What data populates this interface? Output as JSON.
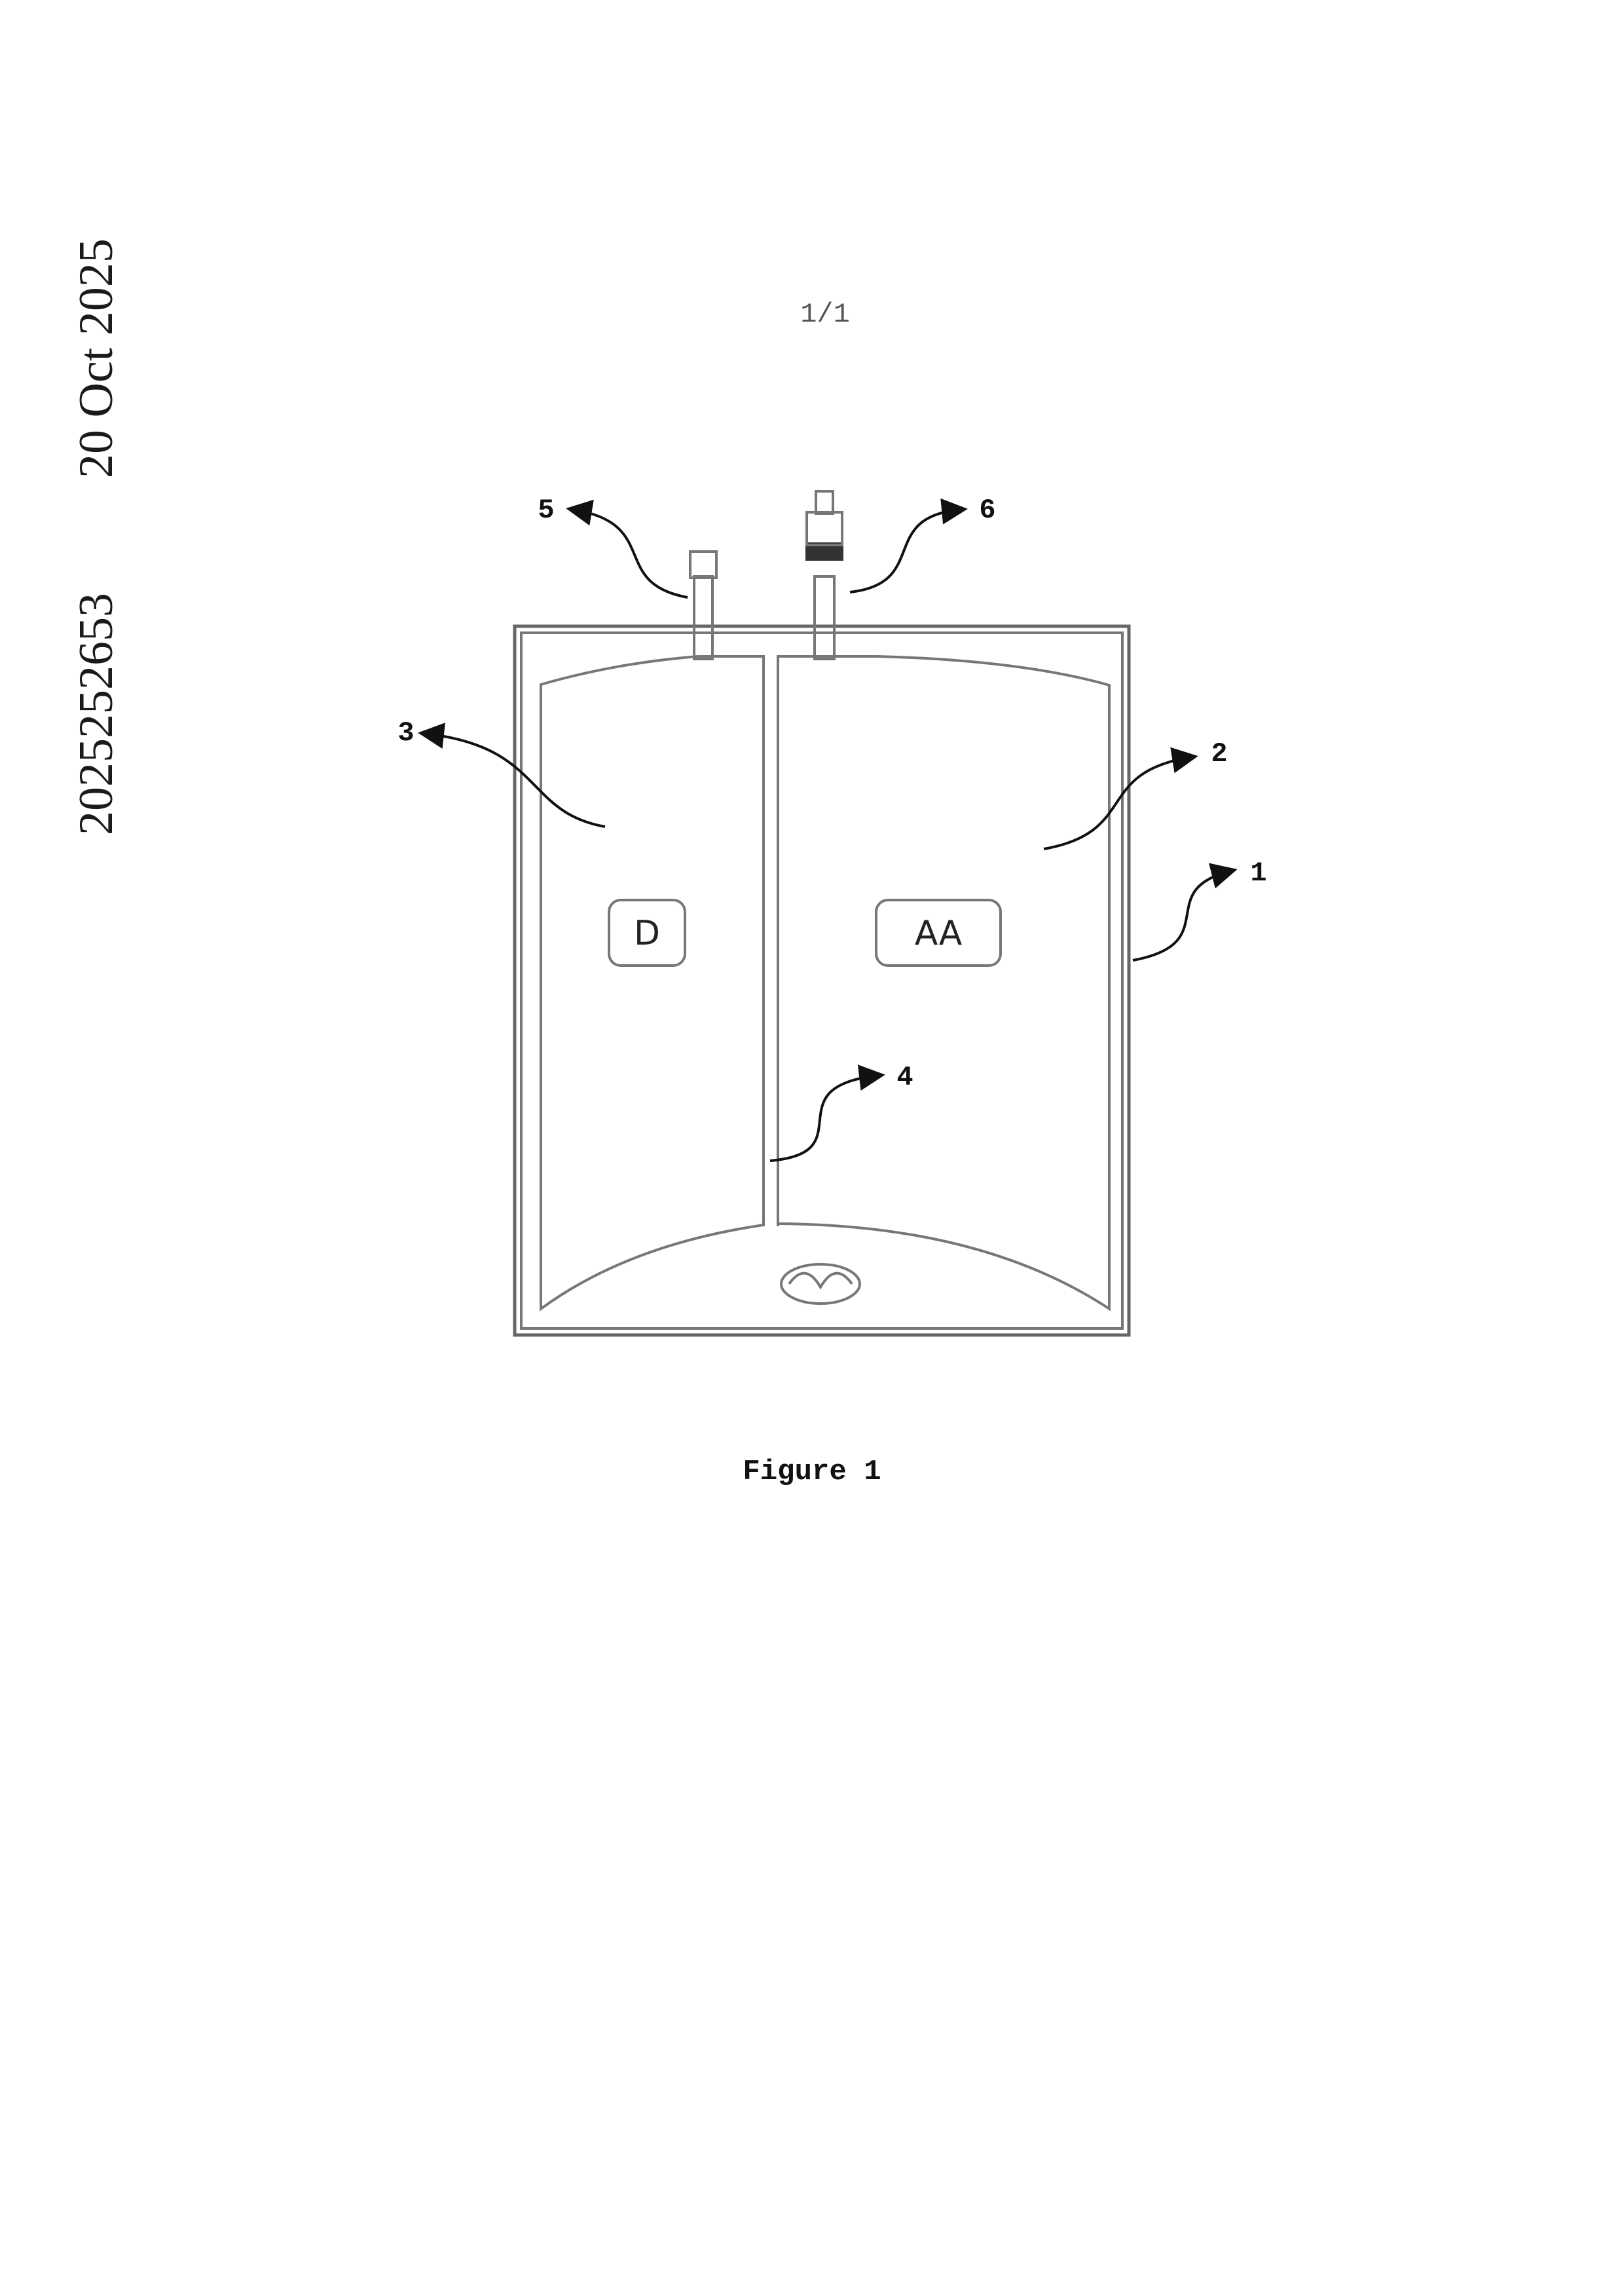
{
  "margin": {
    "date": "20 Oct 2025",
    "document_number": "2025252653"
  },
  "sheet": "1/1",
  "figure": {
    "caption": "Figure 1",
    "chamber_labels": {
      "left": "D",
      "right": "AA"
    },
    "reference_numerals": {
      "bag": "1",
      "right_chamber": "2",
      "left_chamber": "3",
      "divider_seal": "4",
      "left_port": "5",
      "right_port": "6"
    }
  }
}
